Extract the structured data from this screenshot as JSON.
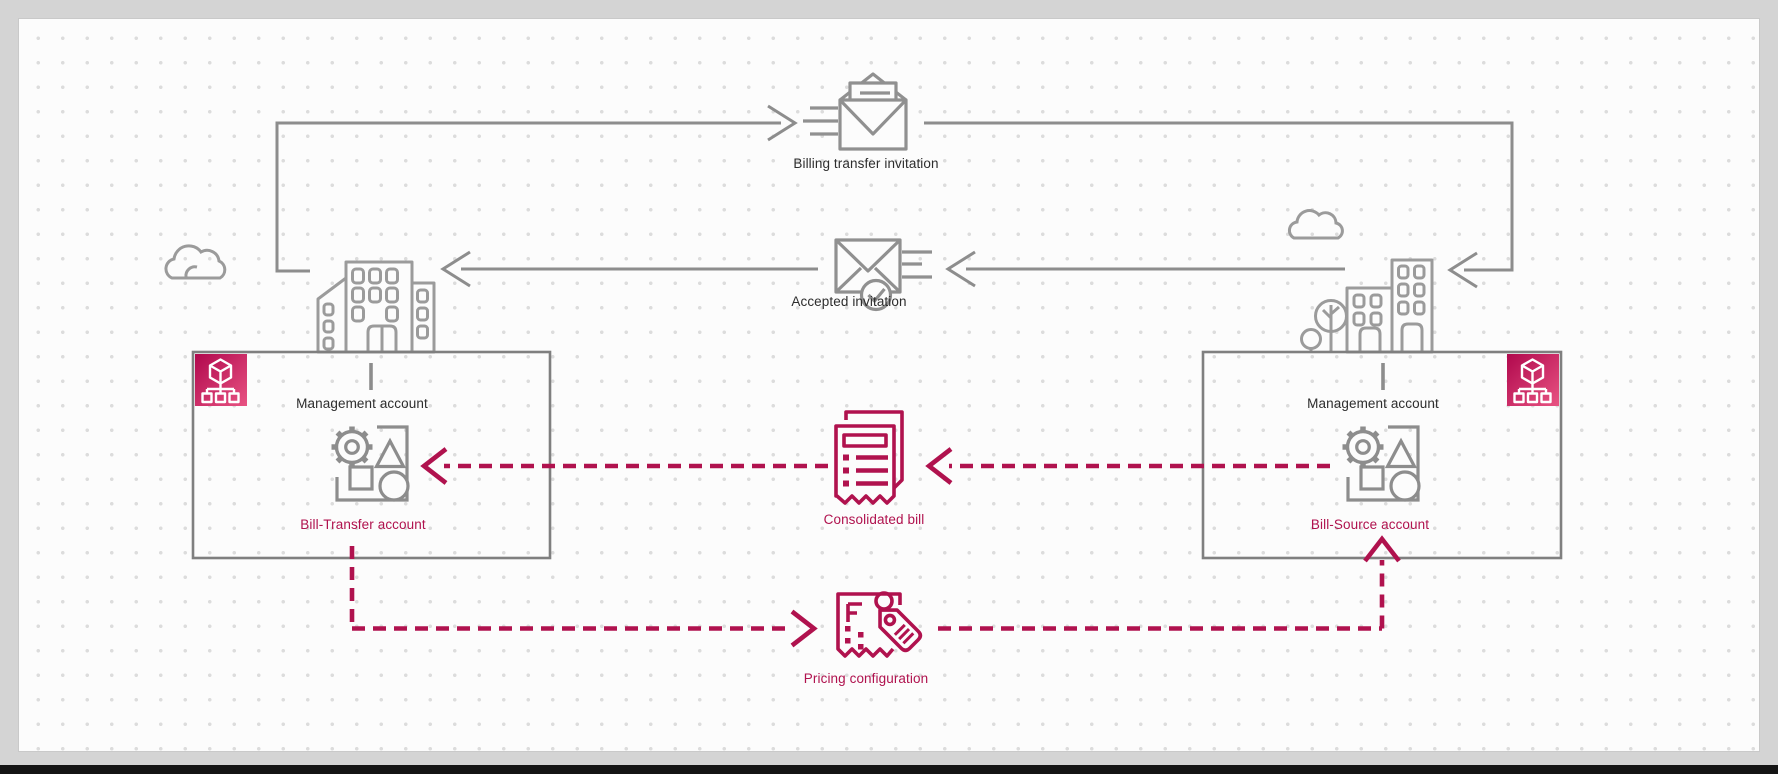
{
  "flows": {
    "billing_transfer_invitation": {
      "label": "Billing transfer invitation"
    },
    "accepted_invitation": {
      "label": "Accepted invitation"
    },
    "consolidated_bill": {
      "label": "Consolidated bill"
    },
    "pricing_configuration": {
      "label": "Pricing configuration"
    }
  },
  "accounts": {
    "left": {
      "management": "Management account",
      "member": "Bill-Transfer account"
    },
    "right": {
      "management": "Management account",
      "member": "Bill-Source account"
    }
  },
  "icons": {
    "organizations": "aws-organizations-icon",
    "building": "office-building-icon",
    "resources": "account-resources-icon",
    "open_envelope": "open-envelope-icon",
    "accepted_envelope": "envelope-check-icon",
    "bill": "receipt-icon",
    "pricing": "price-tag-receipt-icon",
    "cloud": "cloud-icon"
  },
  "colors": {
    "accent": "#b0124e",
    "line_gray": "#8d8d8d",
    "box_gray": "#7f7f7f",
    "org_gradient_start": "#b0084d",
    "org_gradient_end": "#e85382"
  }
}
